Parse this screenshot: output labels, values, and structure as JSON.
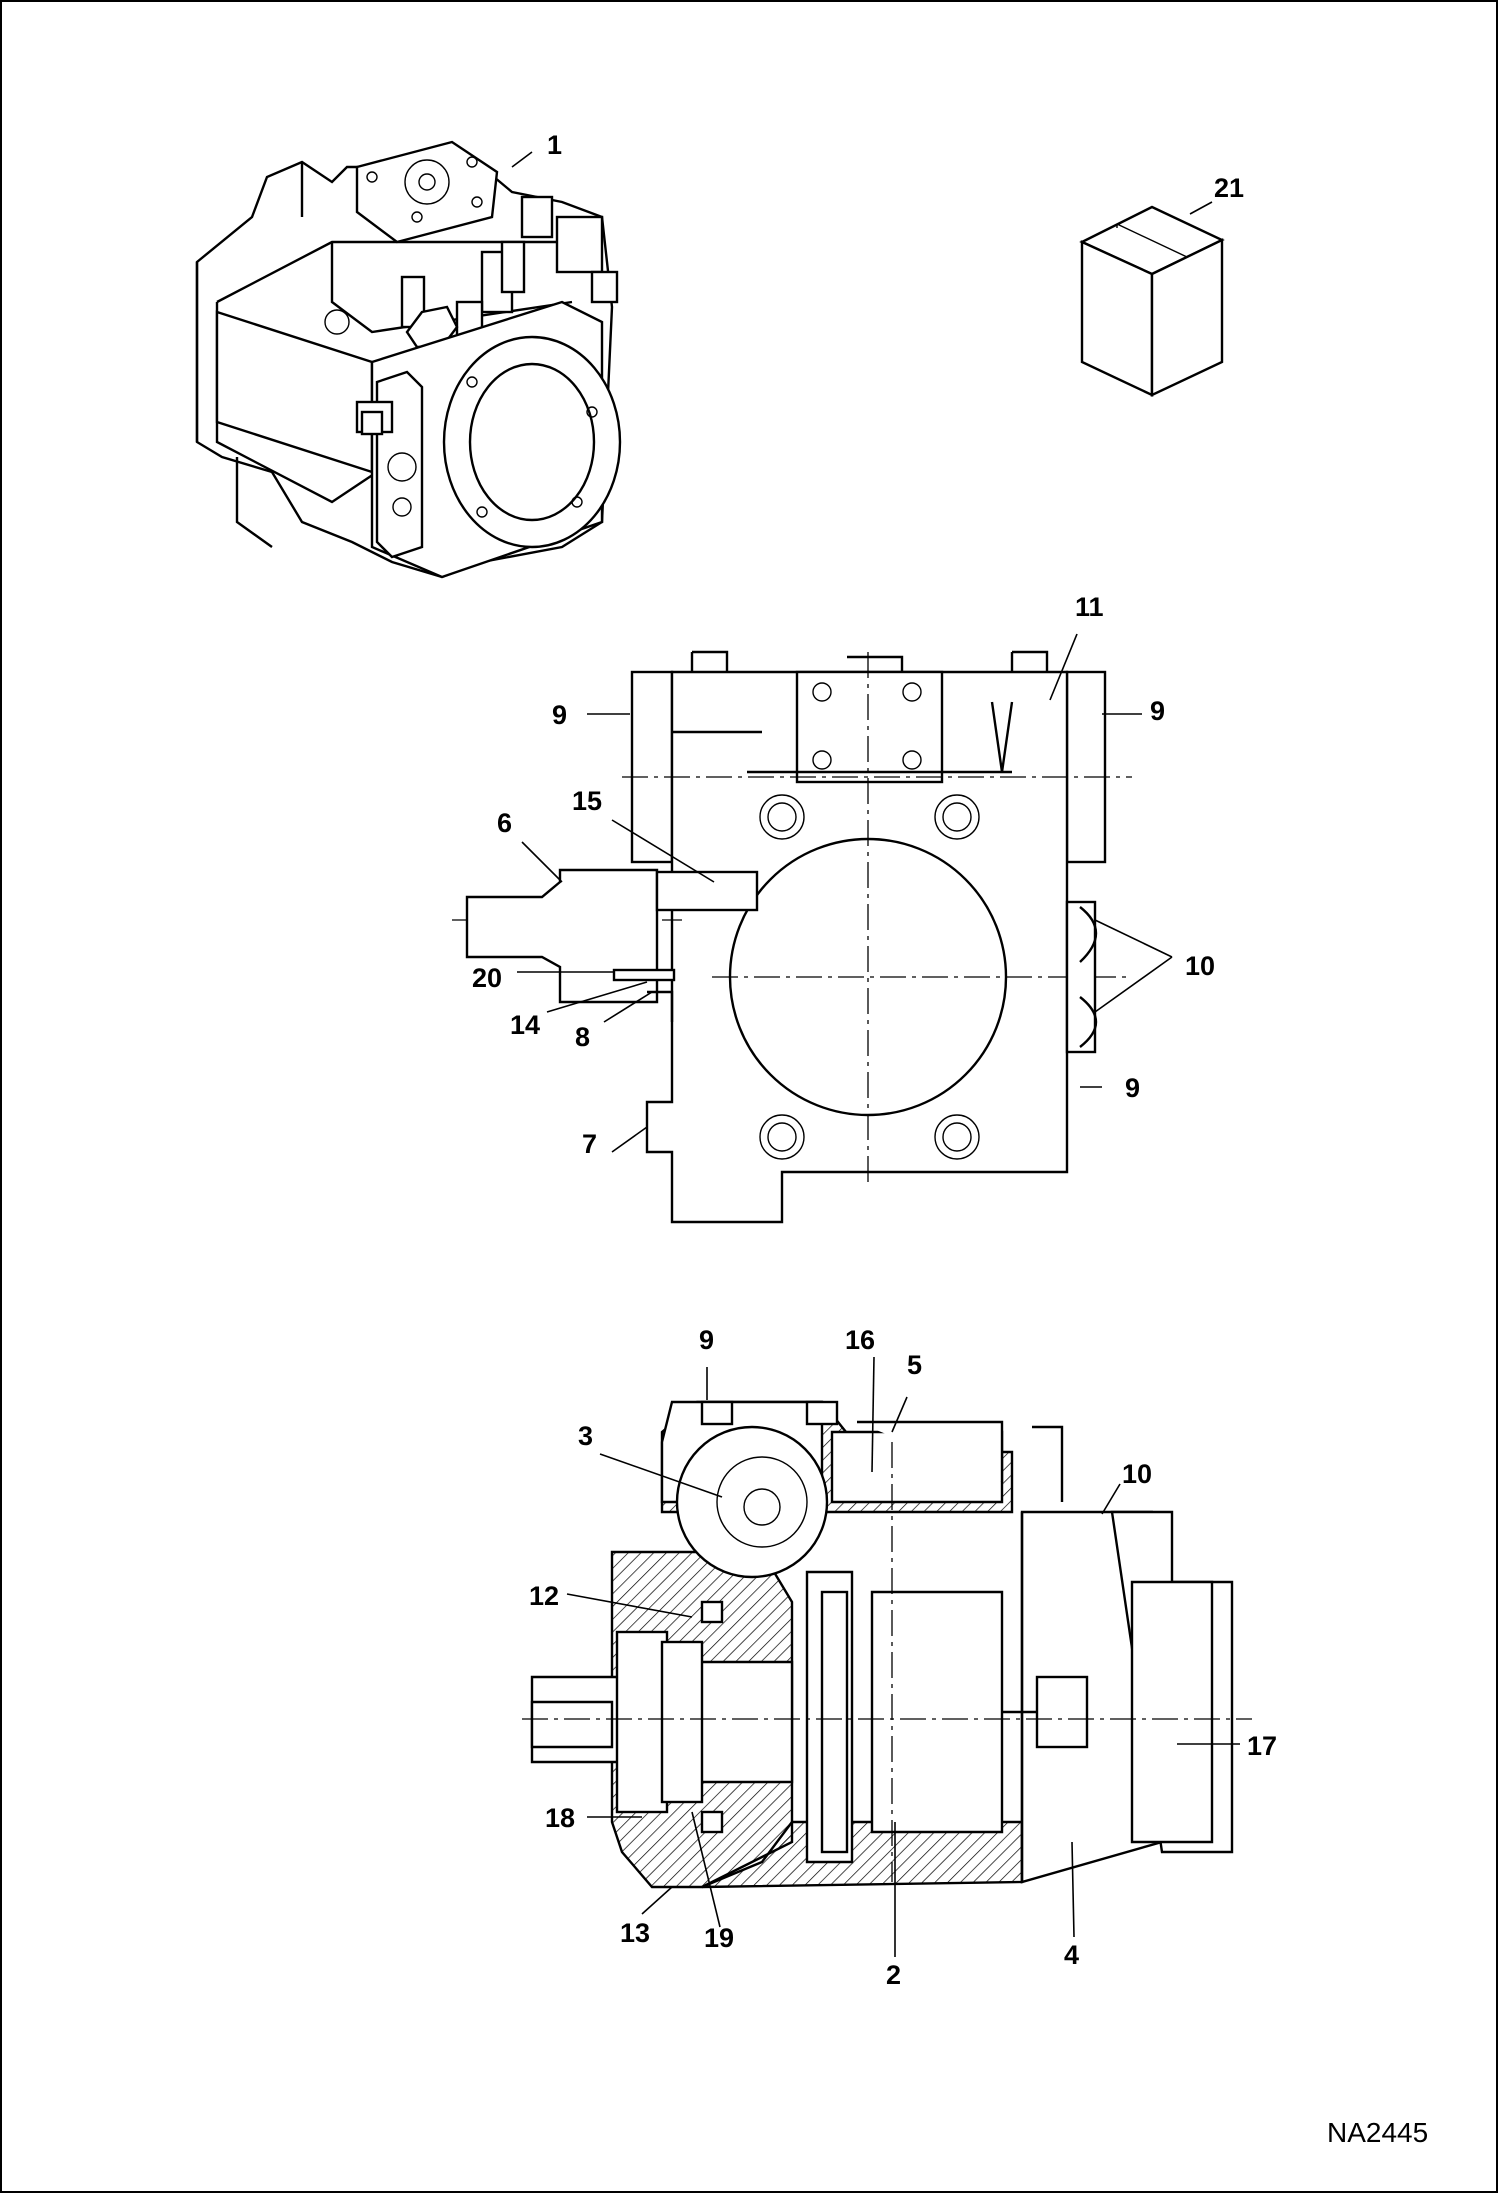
{
  "callouts": {
    "c1": "1",
    "c21": "21",
    "c11": "11",
    "c9a": "9",
    "c9b": "9",
    "c15": "15",
    "c6": "6",
    "c20": "20",
    "c14": "14",
    "c8": "8",
    "c10a": "10",
    "c9c": "9",
    "c7": "7",
    "c9d": "9",
    "c16": "16",
    "c5": "5",
    "c3": "3",
    "c10b": "10",
    "c12": "12",
    "c17": "17",
    "c18": "18",
    "c13": "13",
    "c19": "19",
    "c2": "2",
    "c4": "4"
  },
  "drawing_code": "NA2445"
}
